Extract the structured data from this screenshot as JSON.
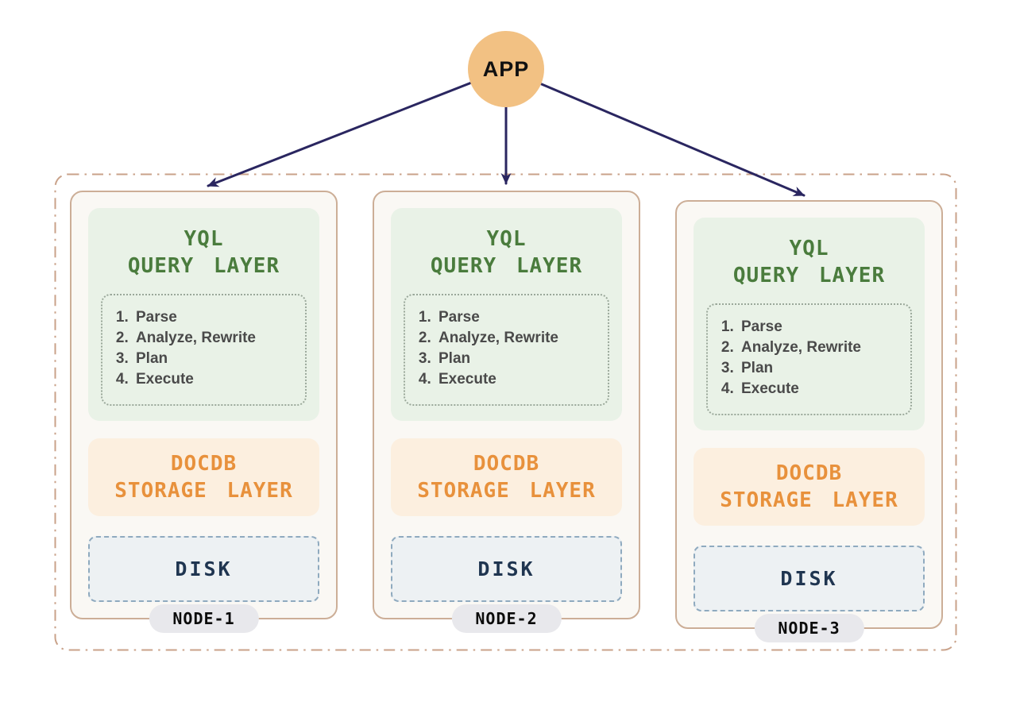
{
  "app_node": {
    "label": "APP"
  },
  "query_layer": {
    "title": [
      "YQL",
      "QUERY LAYER"
    ],
    "steps": [
      "Parse",
      "Analyze, Rewrite",
      "Plan",
      "Execute"
    ]
  },
  "storage_layer": {
    "title": [
      "DOCDB",
      "STORAGE LAYER"
    ]
  },
  "disk": {
    "label": "DISK"
  },
  "nodes": [
    {
      "label": "NODE-1"
    },
    {
      "label": "NODE-2"
    },
    {
      "label": "NODE-3"
    }
  ],
  "colors": {
    "app_fill": "#f2c183",
    "arrow": "#2a2660",
    "cluster_border": "#c9a28a",
    "card_border": "#ccae97",
    "card_bg": "#faf8f4",
    "query_bg": "#e9f2e7",
    "query_text": "#4a7c3d",
    "steps_text": "#4a4a4a",
    "storage_bg": "#fcefdf",
    "storage_text": "#e8913c",
    "disk_bg": "#edf1f3",
    "disk_border": "#8faabf",
    "disk_text": "#1f3550",
    "pill_bg": "#e8e8ec"
  }
}
